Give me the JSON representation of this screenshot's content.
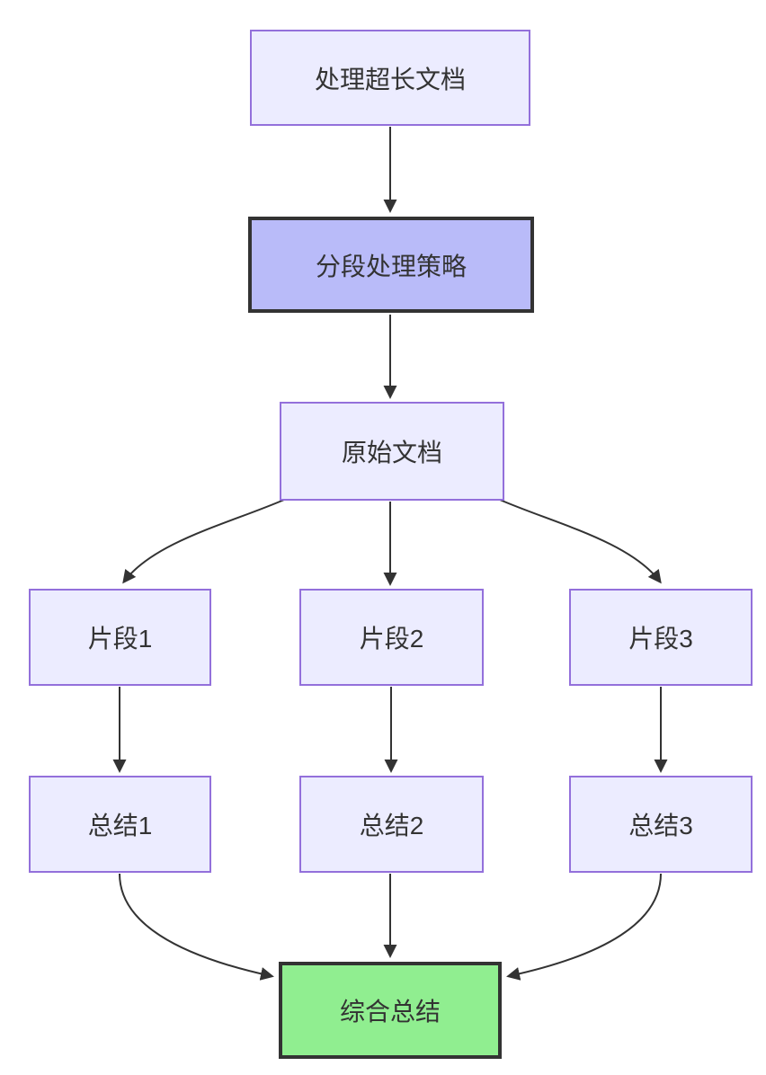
{
  "diagram": {
    "type": "flowchart",
    "direction": "top-down",
    "colors": {
      "node_fill": "#ECECFF",
      "node_border": "#9370DB",
      "emphasis_fill": "#B9BBF9",
      "emphasis_border": "#333333",
      "final_fill": "#90EE90",
      "final_border": "#333333",
      "edge": "#333333",
      "text": "#333333",
      "background": "#FFFFFF"
    },
    "nodes": [
      {
        "id": "task",
        "label": "处理超长文档",
        "style": "default"
      },
      {
        "id": "strategy",
        "label": "分段处理策略",
        "style": "emphasis"
      },
      {
        "id": "doc",
        "label": "原始文档",
        "style": "default"
      },
      {
        "id": "chunk1",
        "label": "片段1",
        "style": "default"
      },
      {
        "id": "chunk2",
        "label": "片段2",
        "style": "default"
      },
      {
        "id": "chunk3",
        "label": "片段3",
        "style": "default"
      },
      {
        "id": "summary1",
        "label": "总结1",
        "style": "default"
      },
      {
        "id": "summary2",
        "label": "总结2",
        "style": "default"
      },
      {
        "id": "summary3",
        "label": "总结3",
        "style": "default"
      },
      {
        "id": "final",
        "label": "综合总结",
        "style": "final"
      }
    ],
    "edges": [
      {
        "from": "task",
        "to": "strategy"
      },
      {
        "from": "strategy",
        "to": "doc"
      },
      {
        "from": "doc",
        "to": "chunk1"
      },
      {
        "from": "doc",
        "to": "chunk2"
      },
      {
        "from": "doc",
        "to": "chunk3"
      },
      {
        "from": "chunk1",
        "to": "summary1"
      },
      {
        "from": "chunk2",
        "to": "summary2"
      },
      {
        "from": "chunk3",
        "to": "summary3"
      },
      {
        "from": "summary1",
        "to": "final"
      },
      {
        "from": "summary2",
        "to": "final"
      },
      {
        "from": "summary3",
        "to": "final"
      }
    ]
  }
}
